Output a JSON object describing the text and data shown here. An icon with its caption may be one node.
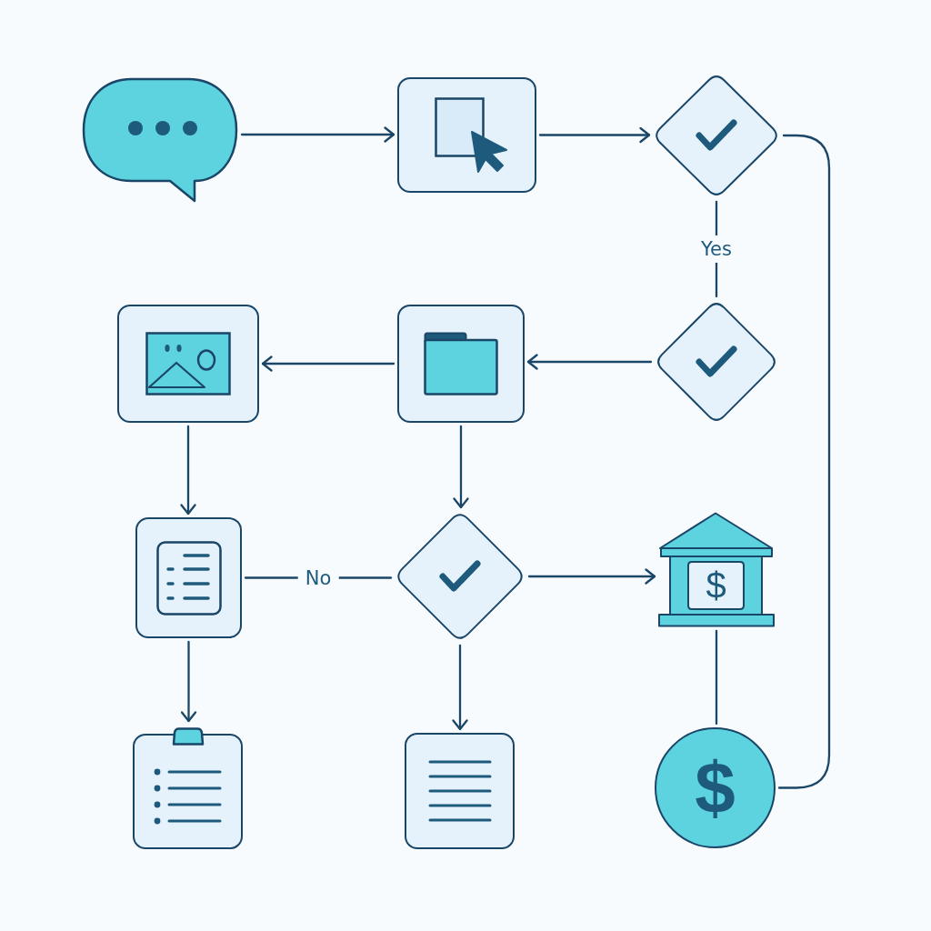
{
  "diagram": {
    "nodes": [
      {
        "text": [],
        "shape": "picture"
      },
      {
        "text": [],
        "shape": "box"
      },
      {
        "text": [],
        "shape": "diamond"
      },
      {
        "text": [],
        "shape": "box"
      },
      {
        "text": [],
        "shape": "box"
      },
      {
        "text": [],
        "shape": "diamond"
      },
      {
        "text": [],
        "shape": "box"
      },
      {
        "text": [],
        "shape": "diamond"
      },
      {
        "text": [
          "$"
        ]
      },
      {
        "text": [],
        "shape": "box"
      },
      {
        "text": [],
        "shape": "box"
      },
      {
        "text": [
          "$"
        ]
      }
    ],
    "edges": [
      {
        "from": 0,
        "to": 1,
        "arrow": "to"
      },
      {
        "from": 1,
        "to": 2,
        "arrow": "to"
      },
      {
        "from": 2,
        "to": 5,
        "arrow": "none",
        "label": "Yes"
      },
      {
        "from": 5,
        "to": 4,
        "arrow": "to"
      },
      {
        "from": 4,
        "to": 3,
        "arrow": "to"
      },
      {
        "from": 3,
        "to": 6,
        "arrow": "to"
      },
      {
        "from": 4,
        "to": 7,
        "arrow": "to"
      },
      {
        "from": 6,
        "to": 7,
        "arrow": "none",
        "label": "No"
      },
      {
        "from": 7,
        "to": 8,
        "arrow": "to"
      },
      {
        "from": 6,
        "to": 9,
        "arrow": "to"
      },
      {
        "from": 7,
        "to": 10,
        "arrow": "to"
      },
      {
        "from": 8,
        "to": 11,
        "arrow": "none"
      },
      {
        "from": 2,
        "to": 11,
        "arrow": "none"
      }
    ]
  }
}
